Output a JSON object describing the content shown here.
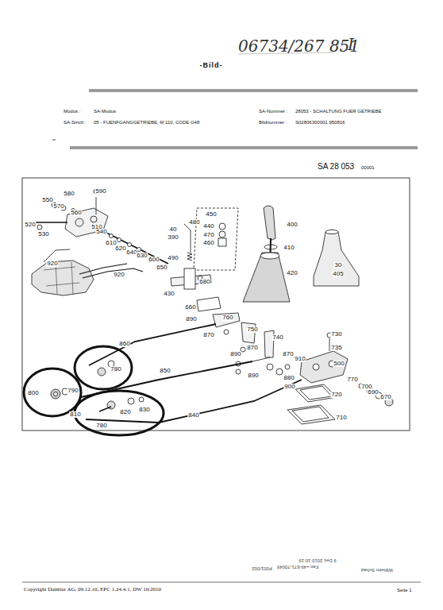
{
  "diagram": {
    "title": "-Bild-",
    "labels": [
      "06734/267 851",
      "I",
      "Modus :",
      "SA-Modus",
      "SA-Nummer :",
      "28053 - SCHALTUNG FUER GETRIEBE",
      "SA-Strich :",
      "05 - FUENFGANGGETRIEBE, M 110, CODE G48",
      "Bildnummer :",
      "S02806300001.950816",
      "SA 28 053",
      "00001",
      "590",
      "580",
      "550",
      "570",
      "560",
      "520",
      "530",
      "510",
      "540",
      "610",
      "620",
      "640",
      "630",
      "600",
      "650",
      "920",
      "920",
      "450",
      "480",
      "440",
      "40",
      "390",
      "470",
      "460",
      "490",
      "680",
      "430",
      "400",
      "410",
      "420",
      "30",
      "405",
      "660",
      "760",
      "890",
      "870",
      "860",
      "780",
      "750",
      "740",
      "890",
      "870",
      "870",
      "910",
      "730",
      "735",
      "500",
      "850",
      "890",
      "880",
      "900",
      "770",
      "700",
      "690",
      "670",
      "720",
      "710",
      "800",
      "790",
      "810",
      "820",
      "830",
      "840",
      "780",
      "Copyright Daimler AG, 09.12.10, EPC 1.24.4.1, DW 10/2010",
      "Seite 1",
      "Wilhelm Schad",
      "Fax:+49-671-70045",
      "9 Dec 2010 10:19",
      "P001/002"
    ]
  }
}
